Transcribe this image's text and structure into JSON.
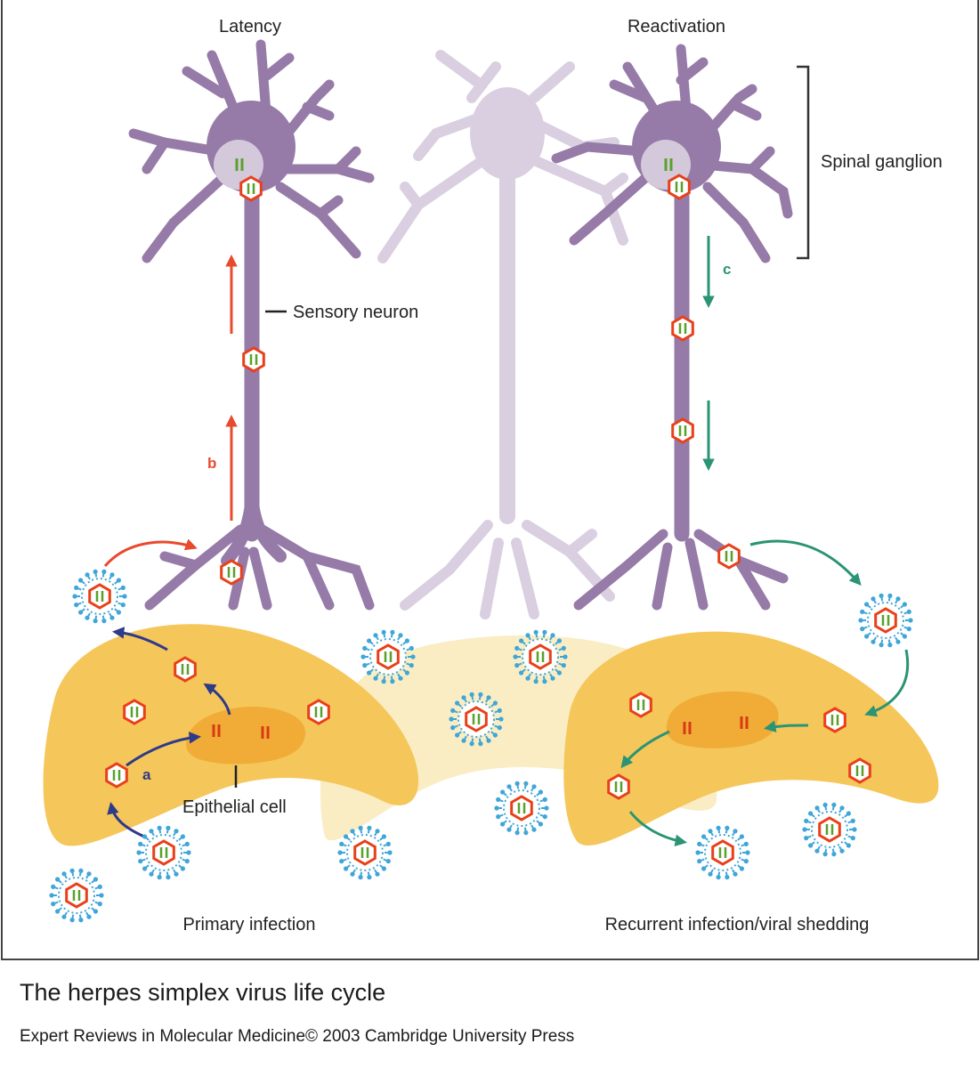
{
  "labels": {
    "latency": "Latency",
    "reactivation": "Reactivation",
    "spinal_ganglion": "Spinal ganglion",
    "sensory_neuron": "Sensory neuron",
    "epithelial_cell": "Epithelial cell",
    "primary_infection": "Primary infection",
    "recurrent": "Recurrent infection/viral shedding",
    "step_a": "a",
    "step_b": "b",
    "step_c": "c"
  },
  "caption": {
    "title": "The herpes simplex virus life cycle",
    "credit": "Expert Reviews in Molecular Medicine© 2003 Cambridge University Press"
  },
  "colors": {
    "neuron": "#967aa8",
    "neuron_faded": "#d9cfe0",
    "nucleus": "#d4c9db",
    "epithelial": "#f5c65a",
    "epithelial_faded": "#faedc4",
    "epithelial_nucleus": "#f0ac36",
    "capsid_stroke": "#e8401a",
    "capsid_dna": "#5aa02c",
    "envelope_spikes": "#3fa6d8",
    "arrow_red": "#e84a2e",
    "arrow_blue": "#2e3a8a",
    "arrow_green": "#2a9474",
    "latent_dna": "#5aa02c",
    "replicating_dna": "#d93a14"
  }
}
